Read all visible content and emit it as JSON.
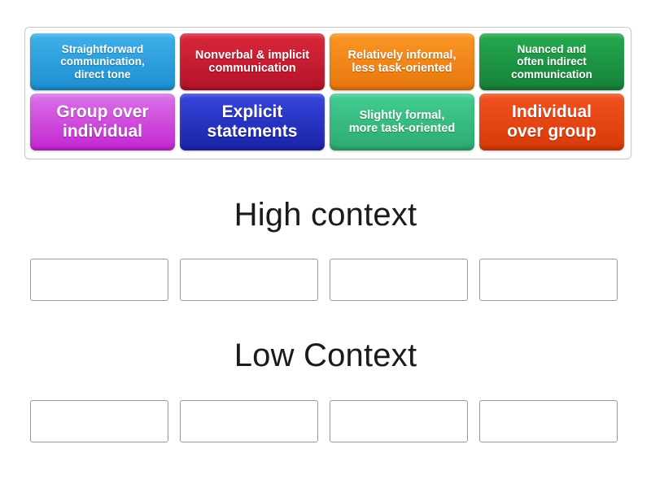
{
  "page": {
    "type": "drag-and-drop-sorting-activity",
    "background_color": "#ffffff"
  },
  "tile_tray": {
    "name": "draggable-tile-tray",
    "border_color": "#c9c9c9",
    "tiles": [
      {
        "id": "tile-straightforward-communication",
        "text": "Straightforward\ncommunication,\ndirect tone",
        "color_top": "#3fb0e8",
        "color_bottom": "#1d8fd1",
        "text_color": "#ffffff",
        "size": "small"
      },
      {
        "id": "tile-nonverbal-implicit-communication",
        "text": "Nonverbal & implicit\ncommunication",
        "color_top": "#d9283b",
        "color_bottom": "#b41228",
        "text_color": "#ffffff",
        "size": "medium"
      },
      {
        "id": "tile-relatively-informal",
        "text": "Relatively informal,\nless task-oriented",
        "color_top": "#f99726",
        "color_bottom": "#e8760d",
        "text_color": "#ffffff",
        "size": "medium"
      },
      {
        "id": "tile-nuanced-indirect-communication",
        "text": "Nuanced and\noften indirect\ncommunication",
        "color_top": "#25a94e",
        "color_bottom": "#16803a",
        "text_color": "#ffffff",
        "size": "small"
      },
      {
        "id": "tile-group-over-individual",
        "text": "Group over\nindividual",
        "color_top": "#d973e8",
        "color_bottom": "#c425d1",
        "text_color": "#ffffff",
        "size": "large"
      },
      {
        "id": "tile-explicit-statements",
        "text": "Explicit\nstatements",
        "color_top": "#3645dc",
        "color_bottom": "#1a23a6",
        "text_color": "#ffffff",
        "size": "large"
      },
      {
        "id": "tile-slightly-formal",
        "text": "Slightly formal,\nmore task-oriented",
        "color_top": "#44cd93",
        "color_bottom": "#2caa71",
        "text_color": "#ffffff",
        "size": "medium"
      },
      {
        "id": "tile-individual-over-group",
        "text": "Individual\nover group",
        "color_top": "#f25221",
        "color_bottom": "#d83907",
        "text_color": "#ffffff",
        "size": "large"
      }
    ]
  },
  "zones": [
    {
      "id": "zone-high-context",
      "heading": "High context",
      "slots": [
        {
          "id": "high-slot-1",
          "value": ""
        },
        {
          "id": "high-slot-2",
          "value": ""
        },
        {
          "id": "high-slot-3",
          "value": ""
        },
        {
          "id": "high-slot-4",
          "value": ""
        }
      ]
    },
    {
      "id": "zone-low-context",
      "heading": "Low Context",
      "slots": [
        {
          "id": "low-slot-1",
          "value": ""
        },
        {
          "id": "low-slot-2",
          "value": ""
        },
        {
          "id": "low-slot-3",
          "value": ""
        },
        {
          "id": "low-slot-4",
          "value": ""
        }
      ]
    }
  ]
}
